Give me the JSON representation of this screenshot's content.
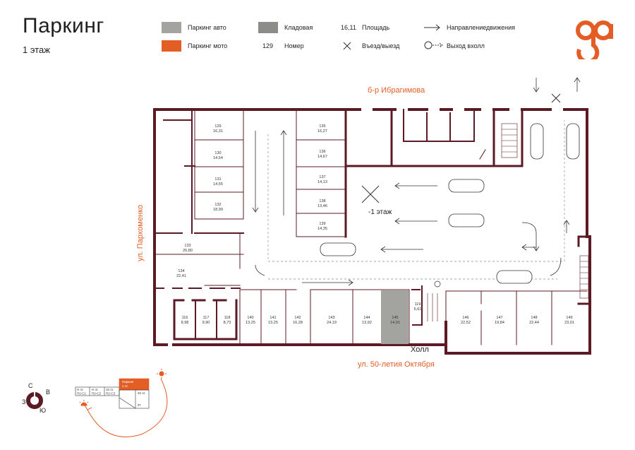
{
  "header": {
    "title": "Паркинг",
    "floor": "1 этаж"
  },
  "legend": {
    "parking_car": "Паркинг авто",
    "parking_moto": "Паркинг мото",
    "storage": "Кладовая",
    "area_value": "16,11",
    "area_label": "Площадь",
    "number_value": "129",
    "number_label": "Номер",
    "entry_exit": "Въезд/выезд",
    "direction": "Направлениедвижения",
    "hall_exit": "Выход вхолл"
  },
  "colors": {
    "wall": "#5b1a24",
    "accent": "#e35d25",
    "car": "#a3a3a0",
    "storage": "#8c8c89"
  },
  "streets": {
    "top": "б-р Ибрагимова",
    "bottom": "ул. 50-летия Октября",
    "left": "ул. Пархоменко"
  },
  "plan": {
    "lower_floor": "-1 этаж",
    "hall": "Холл",
    "spots": [
      {
        "num": "129",
        "area": "16,31"
      },
      {
        "num": "130",
        "area": "14,54"
      },
      {
        "num": "131",
        "area": "14,55"
      },
      {
        "num": "132",
        "area": "18,99"
      },
      {
        "num": "133",
        "area": "26,80"
      },
      {
        "num": "134",
        "area": "22,41"
      },
      {
        "num": "135",
        "area": "16,27"
      },
      {
        "num": "136",
        "area": "14,67"
      },
      {
        "num": "137",
        "area": "14,13"
      },
      {
        "num": "138",
        "area": "13,46"
      },
      {
        "num": "139",
        "area": "14,35"
      },
      {
        "num": "116",
        "area": "8,98"
      },
      {
        "num": "117",
        "area": "9,90"
      },
      {
        "num": "118",
        "area": "8,73"
      },
      {
        "num": "140",
        "area": "13,25"
      },
      {
        "num": "141",
        "area": "13,25"
      },
      {
        "num": "142",
        "area": "16,28"
      },
      {
        "num": "143",
        "area": "24,19"
      },
      {
        "num": "144",
        "area": "13,92"
      },
      {
        "num": "145",
        "area": "14,91"
      },
      {
        "num": "119",
        "area": "6,61"
      },
      {
        "num": "146",
        "area": "22,52"
      },
      {
        "num": "147",
        "area": "19,84"
      },
      {
        "num": "148",
        "area": "22,44"
      },
      {
        "num": "149",
        "area": "23,01"
      }
    ]
  },
  "compass": {
    "n": "С",
    "e": "В",
    "s": "Ю",
    "w": "З"
  },
  "mini_plan": {
    "cells": [
      {
        "top": "Н эт.",
        "bottom": "П2-С1"
      },
      {
        "top": "Н эт.",
        "bottom": "П2-С2"
      },
      {
        "top": "10 эт.",
        "bottom": "П2-С3"
      }
    ],
    "highlight": [
      "Паркинг",
      "1 эт."
    ],
    "floors_label": "32 эт.",
    "lower_label": "/П"
  }
}
